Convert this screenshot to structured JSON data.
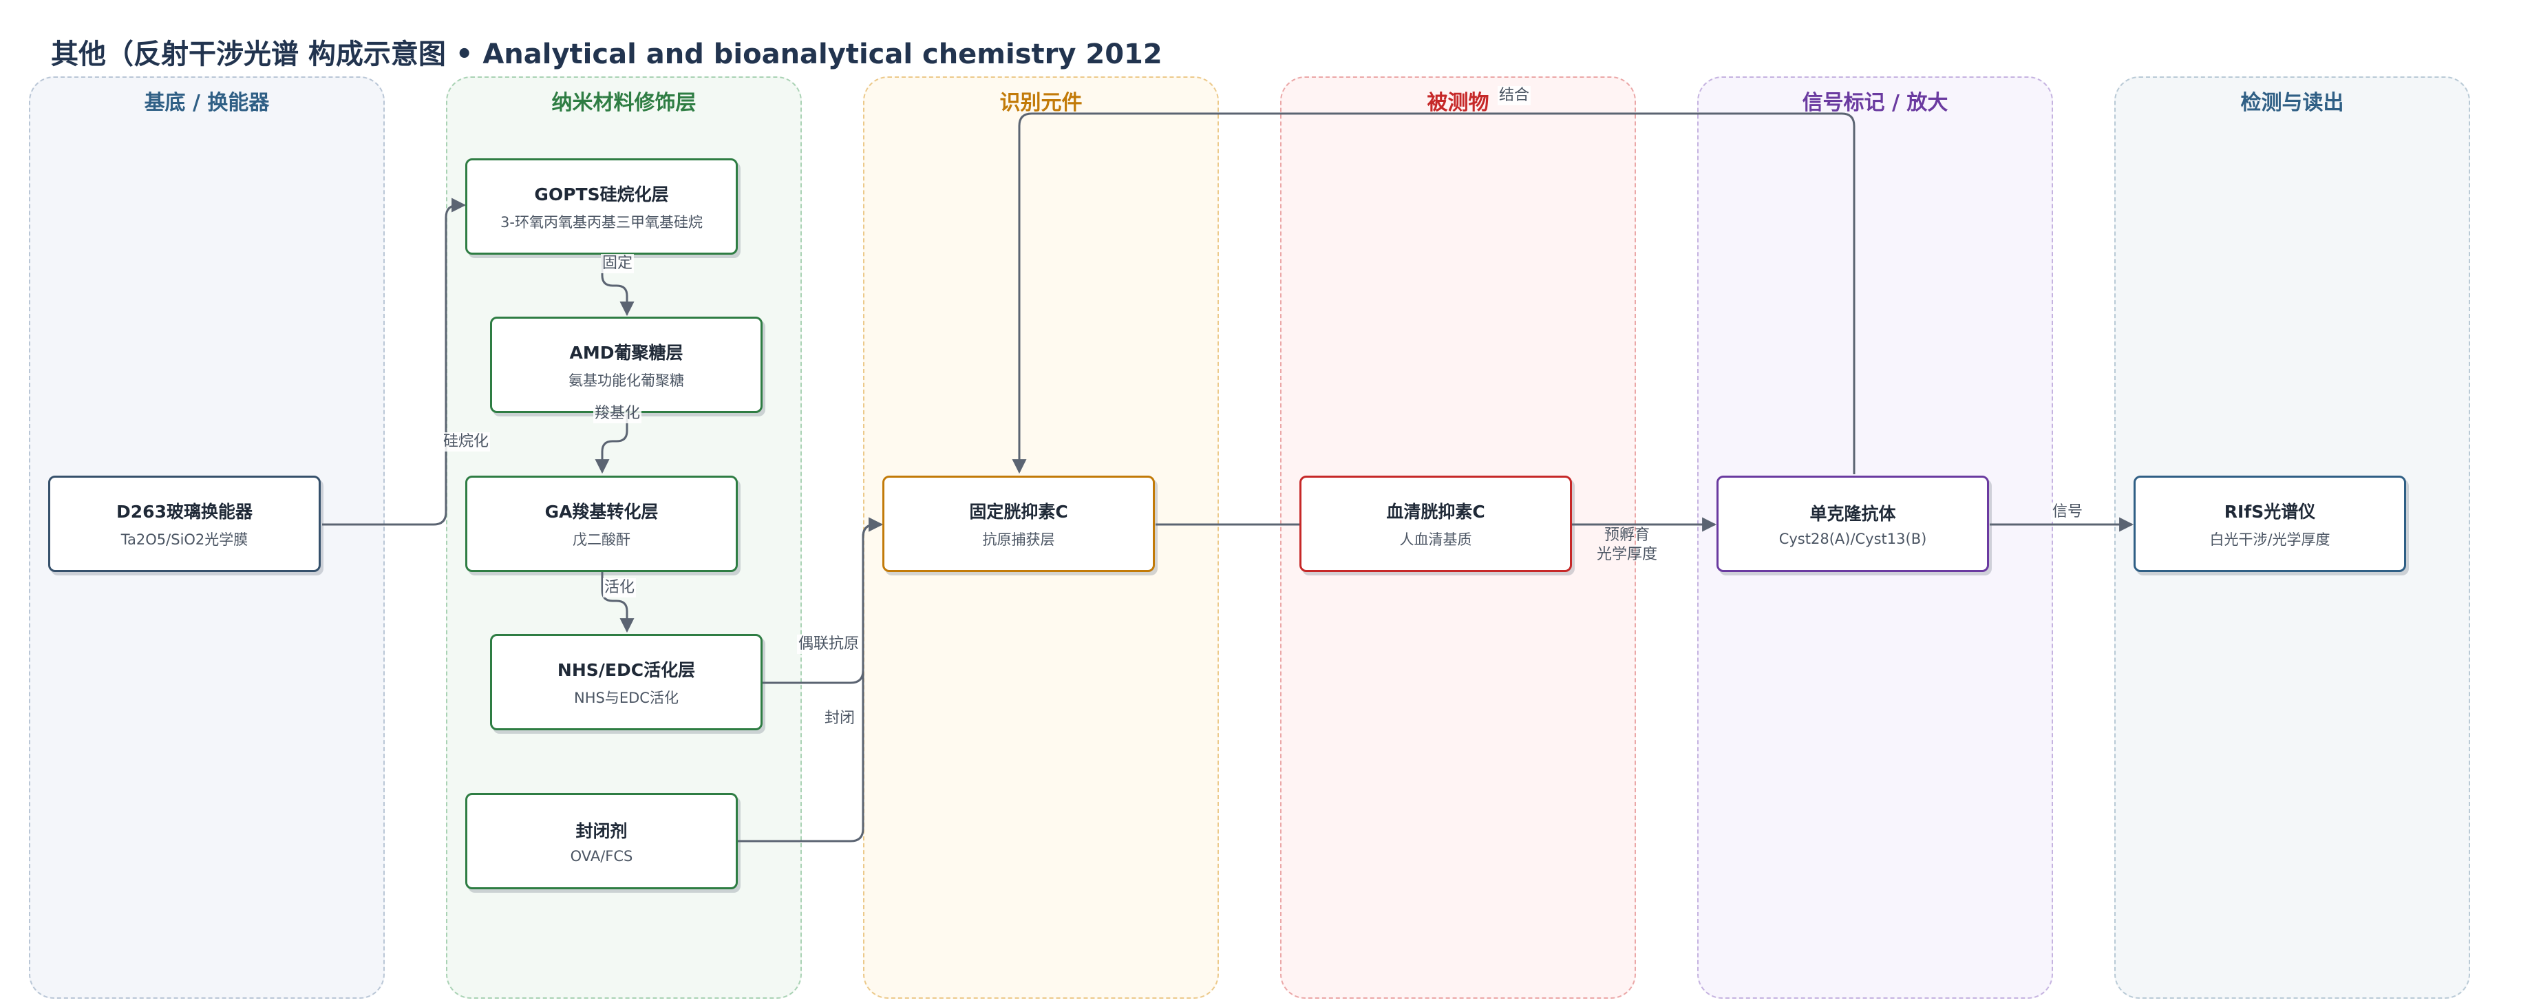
{
  "title": "其他（反射干涉光谱 构成示意图 • Analytical and bioanalytical chemistry 2012",
  "lanes": {
    "substrate": {
      "title": "基底 / 换能器",
      "color": "#2f5f85",
      "border": "#b9c6d6",
      "fill": "#f4f6fa"
    },
    "nano": {
      "title": "纳米材料修饰层",
      "color": "#2e7d43",
      "border": "#a9d2b4",
      "fill": "#f3f9f4"
    },
    "recognition": {
      "title": "识别元件",
      "color": "#c27a08",
      "border": "#ecc98a",
      "fill": "#fffaf0"
    },
    "analyte": {
      "title": "被测物",
      "color": "#c62828",
      "border": "#eba7a7",
      "fill": "#fff4f4"
    },
    "signal": {
      "title": "信号标记 / 放大",
      "color": "#6a3aa0",
      "border": "#c5b3e0",
      "fill": "#f8f5fd"
    },
    "readout": {
      "title": "检测与读出",
      "color": "#2f5f85",
      "border": "#b9cad6",
      "fill": "#f4f7f9"
    }
  },
  "nodes": {
    "d263": {
      "title": "D263玻璃换能器",
      "subtitle": "Ta2O5/SiO2光学膜",
      "border": "#35506b"
    },
    "gopts": {
      "title": "GOPTS硅烷化层",
      "subtitle": "3-环氧丙氧基丙基三甲氧基硅烷",
      "border": "#2e7d43"
    },
    "amd": {
      "title": "AMD葡聚糖层",
      "subtitle": "氨基功能化葡聚糖",
      "border": "#2e7d43"
    },
    "ga": {
      "title": "GA羧基转化层",
      "subtitle": "戊二酸酐",
      "border": "#2e7d43"
    },
    "nhs": {
      "title": "NHS/EDC活化层",
      "subtitle": "NHS与EDC活化",
      "border": "#2e7d43"
    },
    "block": {
      "title": "封闭剂",
      "subtitle": "OVA/FCS",
      "border": "#2e7d43"
    },
    "cystatin": {
      "title": "固定胱抑素C",
      "subtitle": "抗原捕获层",
      "border": "#c27a08"
    },
    "serum": {
      "title": "血清胱抑素C",
      "subtitle": "人血清基质",
      "border": "#c62828"
    },
    "antibody": {
      "title": "单克隆抗体",
      "subtitle": "Cyst28(A)/Cyst13(B)",
      "border": "#6a3aa0"
    },
    "rifs": {
      "title": "RIfS光谱仪",
      "subtitle": "白光干涉/光学厚度",
      "border": "#2f5f85"
    }
  },
  "edge_labels": {
    "silanize": "硅烷化",
    "fix": "固定",
    "carboxyl": "羧基化",
    "activate": "活化",
    "couple": "偶联抗原",
    "seal": "封闭",
    "preincubate_1": "预孵育",
    "preincubate_2": "光学厚度",
    "bind": "结合",
    "signal": "信号"
  },
  "edge_color": "#5b6472"
}
